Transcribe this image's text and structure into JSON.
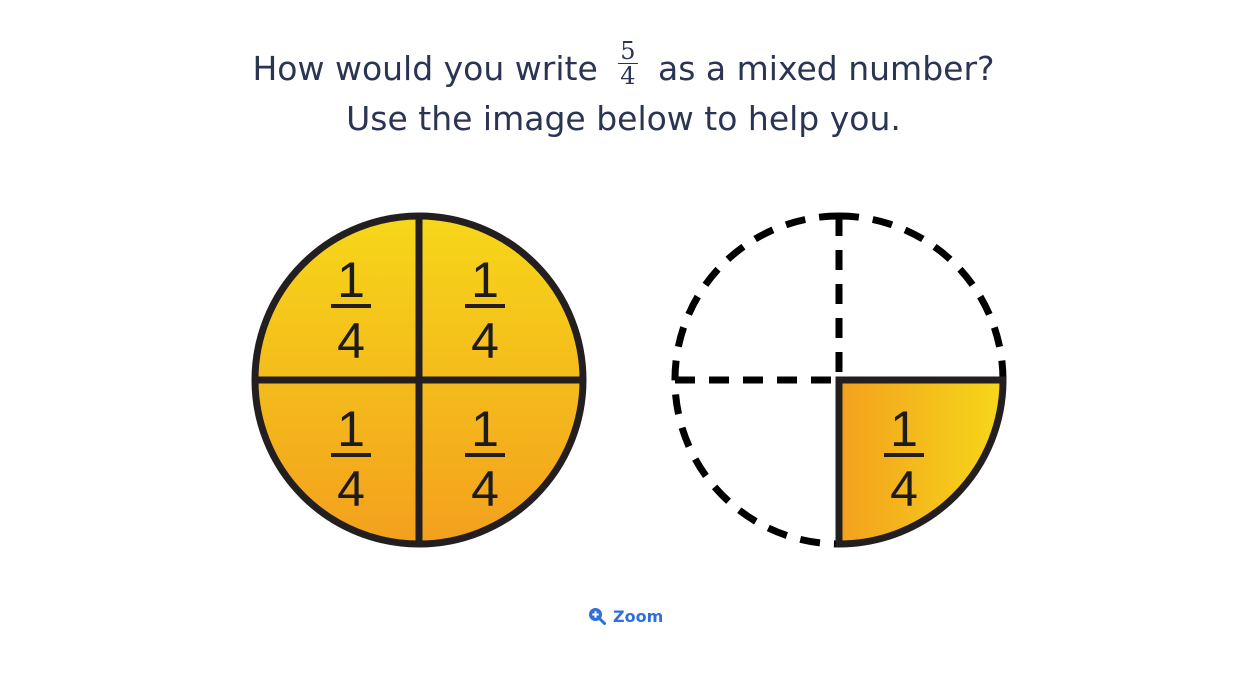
{
  "question": {
    "prefix": "How would you write",
    "fraction": {
      "numerator": "5",
      "denominator": "4"
    },
    "suffix": "as a mixed number?",
    "line2": "Use the image below to help you."
  },
  "figure": {
    "piece_label": {
      "numerator": "1",
      "denominator": "4"
    },
    "whole_circle_pieces": 4,
    "partial_circle_shaded_pieces": 1,
    "fill_colors": {
      "light": "#f6d71a",
      "dark": "#f3a01d"
    },
    "outline_color": "#231f20"
  },
  "zoom": {
    "label": "Zoom",
    "icon": "zoom-in-icon"
  }
}
